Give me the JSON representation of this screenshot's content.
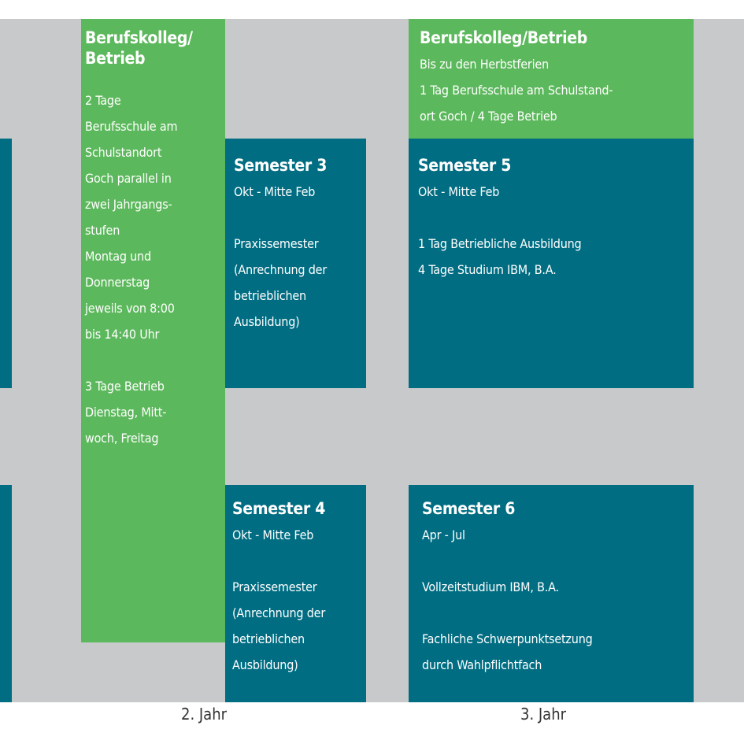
{
  "col2": {
    "bk": {
      "title_lines": [
        "Berufskolleg/",
        "Betrieb"
      ],
      "lines": [
        "2 Tage",
        "Berufsschule am",
        "Schulstandort",
        "Goch parallel in",
        "zwei Jahrgangs-",
        "stufen",
        "Montag und",
        "Donnerstag",
        "jeweils von 8:00",
        "bis 14:40 Uhr",
        "",
        "3 Tage Betrieb",
        "Dienstag, Mitt-",
        "woch, Freitag"
      ]
    },
    "sem3": {
      "title": "Semester 3",
      "period": "Okt - Mitte Feb",
      "lines": [
        "Praxissemester",
        "(Anrechnung der",
        "betrieblichen",
        "Ausbildung)"
      ]
    },
    "sem4": {
      "title": "Semester 4",
      "period": "Okt - Mitte Feb",
      "lines": [
        "Praxissemester",
        "(Anrechnung der",
        "betrieblichen",
        "Ausbildung)"
      ]
    }
  },
  "col3": {
    "bk": {
      "title": "Berufskolleg/Betrieb",
      "lines": [
        "Bis zu den Herbstferien",
        "1 Tag Berufsschule am Schulstand-",
        "ort Goch  / 4 Tage Betrieb"
      ]
    },
    "sem5": {
      "title": "Semester 5",
      "period": "Okt - Mitte Feb",
      "lines": [
        "1 Tag Betriebliche Ausbildung",
        "4 Tage Studium IBM, B.A."
      ]
    },
    "sem6": {
      "title": "Semester 6",
      "period": "Apr - Jul",
      "lines": [
        "Vollzeitstudium IBM, B.A.",
        "",
        "Fachliche Schwerpunktsetzung",
        "durch Wahlpflichtfach"
      ]
    }
  },
  "years": {
    "y2": "2. Jahr",
    "y3": "3. Jahr"
  },
  "colors": {
    "green": "#5cb85c",
    "teal": "#006d82",
    "background": "#c8c9cb"
  }
}
